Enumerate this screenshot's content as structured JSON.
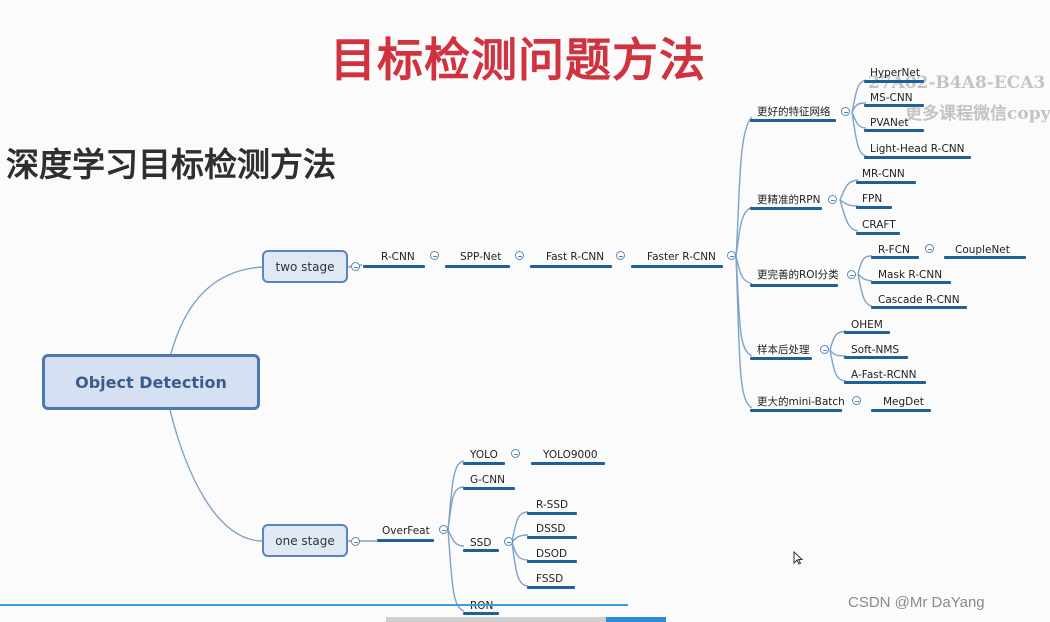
{
  "header": {
    "title": "目标检测问题方法",
    "subtitle": "深度学习目标检测方法"
  },
  "watermark": {
    "line1": "27A02-B4A8-ECA3",
    "line2": "更多课程微信copy"
  },
  "mindmap": {
    "root": "Object Detection",
    "two_stage": {
      "label": "two stage",
      "chain": [
        "R-CNN",
        "SPP-Net",
        "Fast R-CNN",
        "Faster R-CNN"
      ],
      "groups": [
        {
          "label": "更好的特征网络",
          "items": [
            "HyperNet",
            "MS-CNN",
            "PVANet",
            "Light-Head R-CNN"
          ]
        },
        {
          "label": "更精准的RPN",
          "items": [
            "MR-CNN",
            "FPN",
            "CRAFT"
          ]
        },
        {
          "label": "更完善的ROI分类",
          "items": [
            "R-FCN",
            "Mask R-CNN",
            "Cascade R-CNN"
          ],
          "rfcn_child": "CoupleNet"
        },
        {
          "label": "样本后处理",
          "items": [
            "OHEM",
            "Soft-NMS",
            "A-Fast-RCNN"
          ]
        },
        {
          "label": "更大的mini-Batch",
          "items": [
            "MegDet"
          ]
        }
      ]
    },
    "one_stage": {
      "label": "one stage",
      "root_child": "OverFeat",
      "yolo": "YOLO",
      "yolo_child": "YOLO9000",
      "gcnn": "G-CNN",
      "ssd": "SSD",
      "ssd_children": [
        "R-SSD",
        "DSSD",
        "DSOD",
        "FSSD"
      ],
      "ron": "RON"
    }
  },
  "footer": {
    "credit": "CSDN @Mr DaYang"
  },
  "colors": {
    "title": "#d0333f",
    "branch": "#1f5f9a",
    "connector": "#7fa3c8",
    "box_fill": "#dfe8f5",
    "box_border": "#5b83bd"
  }
}
